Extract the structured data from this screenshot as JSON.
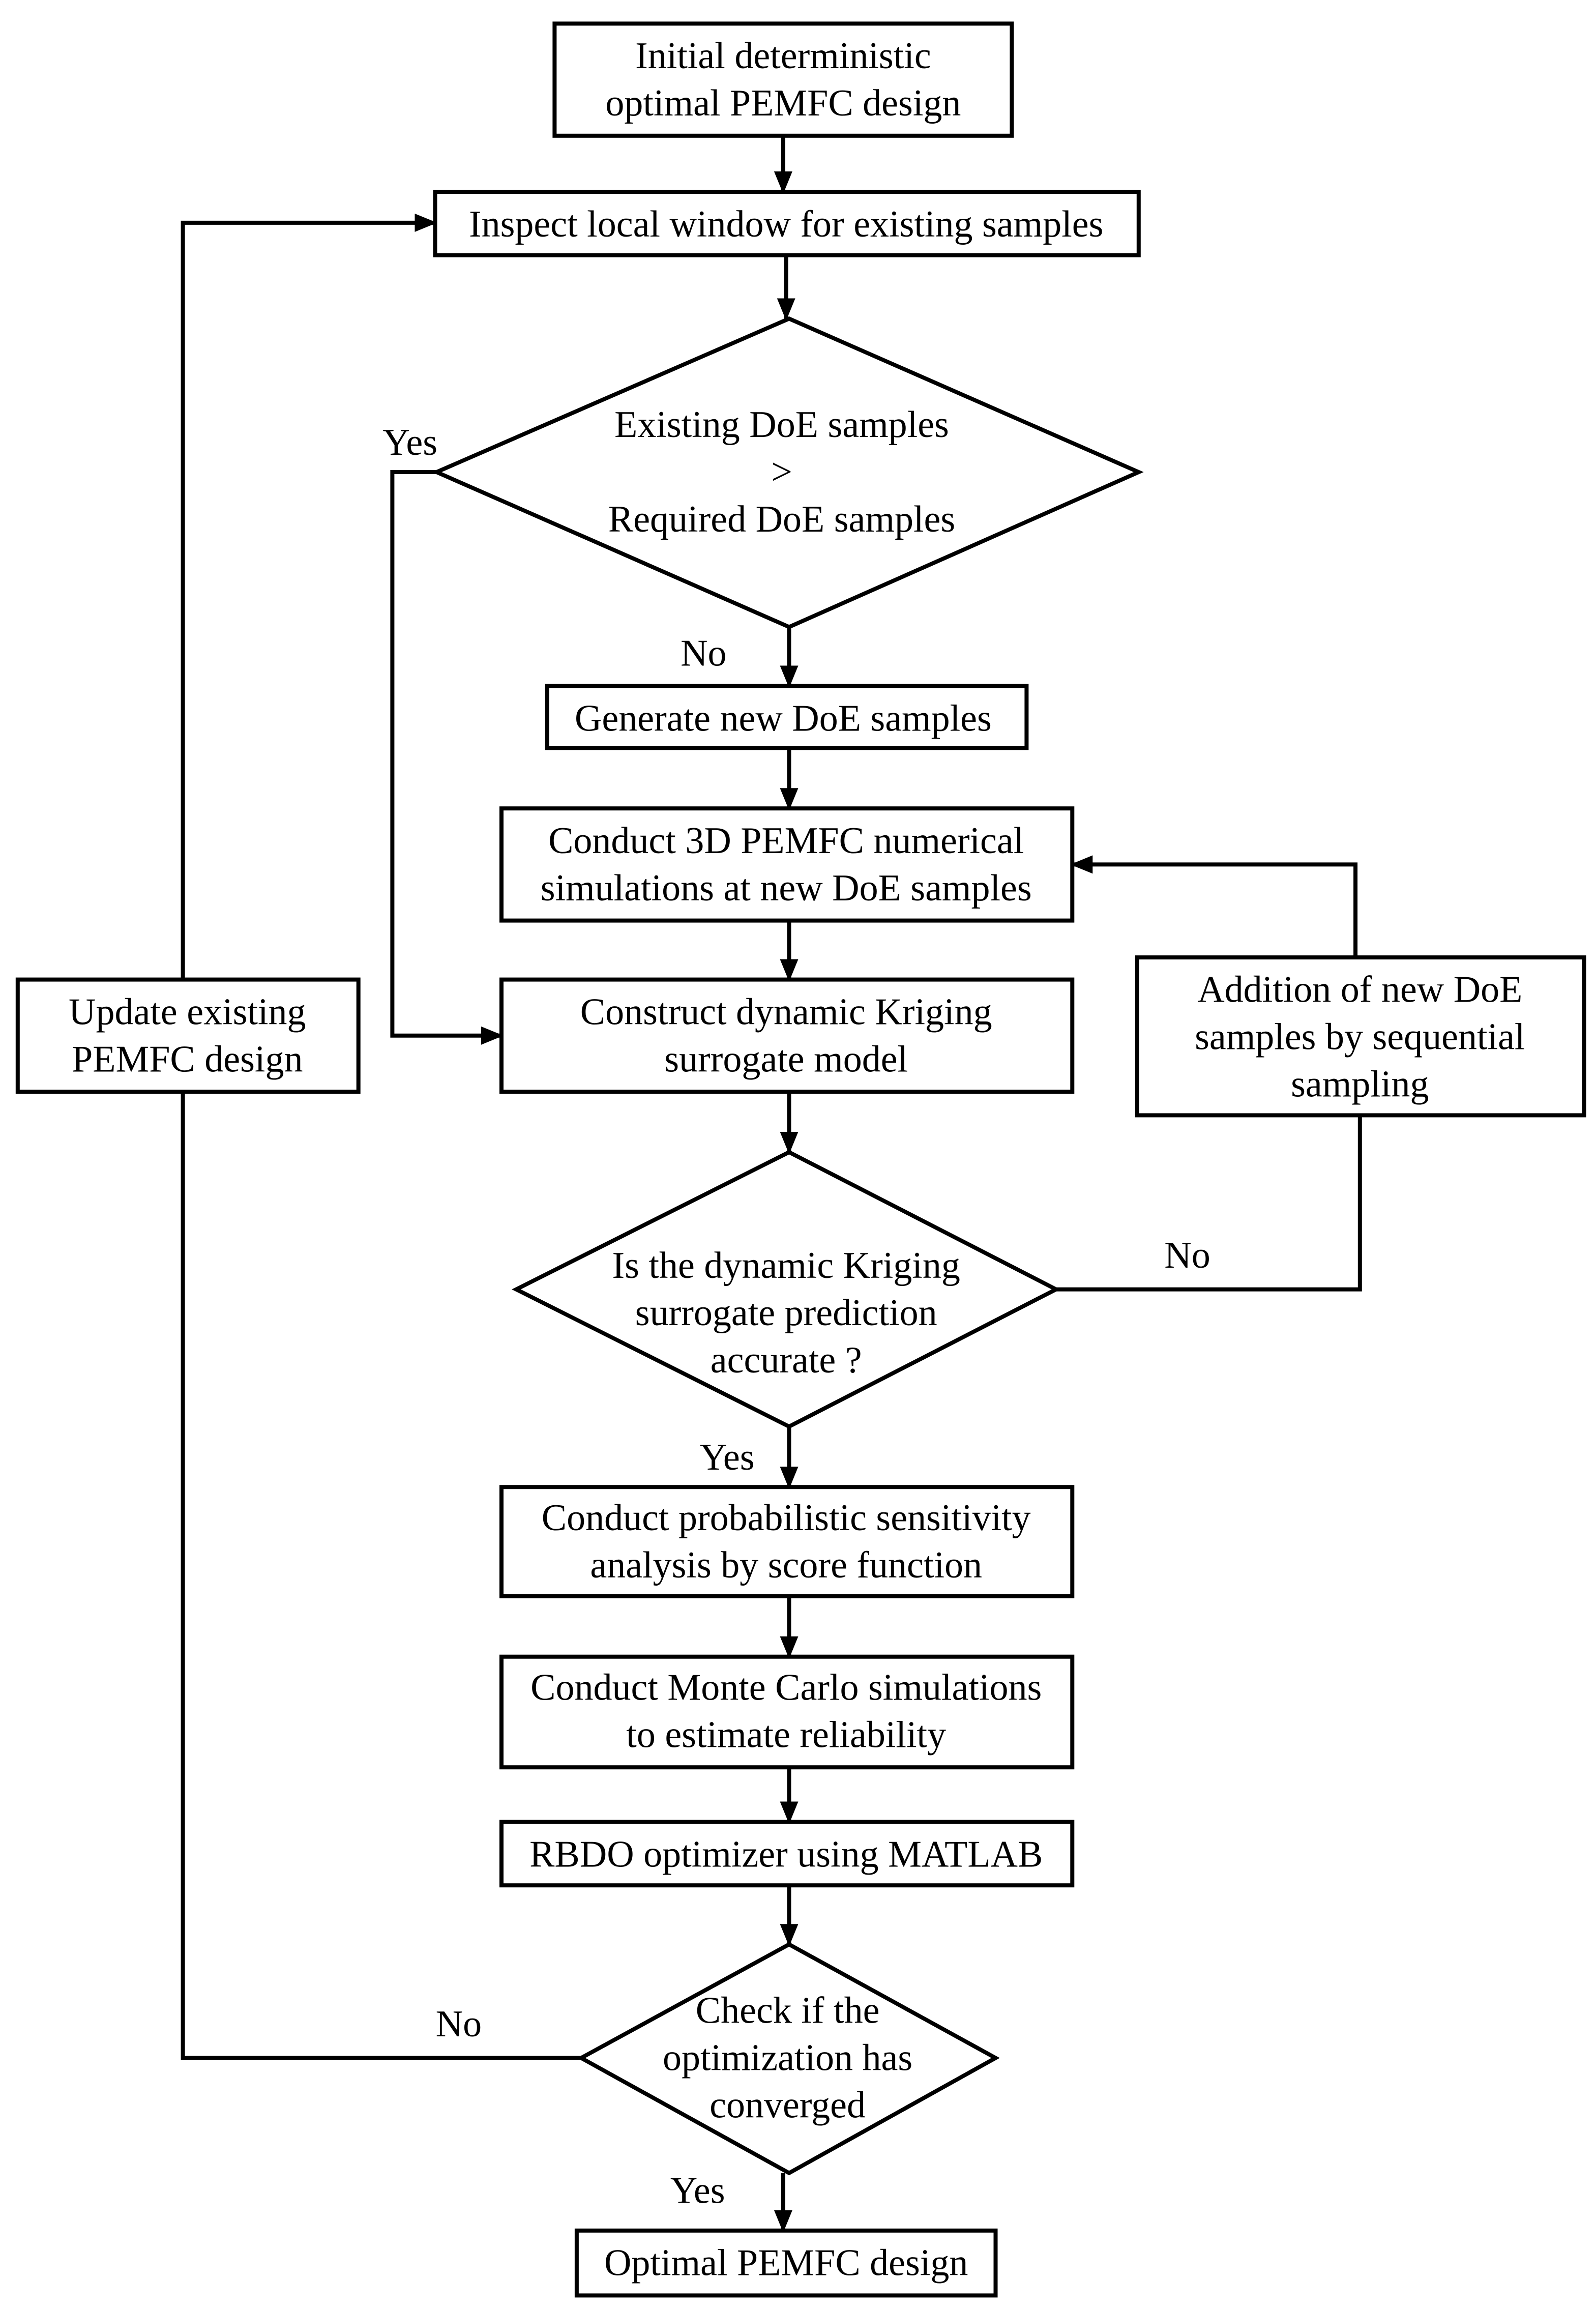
{
  "nodes": {
    "start": [
      "Initial deterministic",
      "optimal PEMFC design"
    ],
    "inspect": [
      "Inspect local window for existing samples"
    ],
    "compare": [
      "Existing DoE samples",
      ">",
      "Required DoE samples"
    ],
    "generate": [
      "Generate new DoE samples"
    ],
    "simulate": [
      "Conduct 3D PEMFC numerical",
      "simulations at new DoE samples"
    ],
    "kriging": [
      "Construct dynamic Kriging",
      "surrogate model"
    ],
    "addition": [
      "Addition of new DoE",
      "samples by sequential",
      "sampling"
    ],
    "update": [
      "Update existing",
      "PEMFC design"
    ],
    "accurate": [
      "Is the dynamic Kriging",
      "surrogate prediction",
      "accurate ?"
    ],
    "sensitivity": [
      "Conduct probabilistic sensitivity",
      "analysis by score function"
    ],
    "montecarlo": [
      "Conduct Monte Carlo simulations",
      "to estimate reliability"
    ],
    "rbdo": [
      "RBDO optimizer using MATLAB"
    ],
    "converged": [
      "Check if the",
      "optimization has",
      "converged"
    ],
    "optimal": [
      "Optimal PEMFC design"
    ]
  },
  "edge_labels": {
    "compare_yes": "Yes",
    "compare_no": "No",
    "accurate_no": "No",
    "accurate_yes": "Yes",
    "converged_no": "No",
    "converged_yes": "Yes"
  }
}
